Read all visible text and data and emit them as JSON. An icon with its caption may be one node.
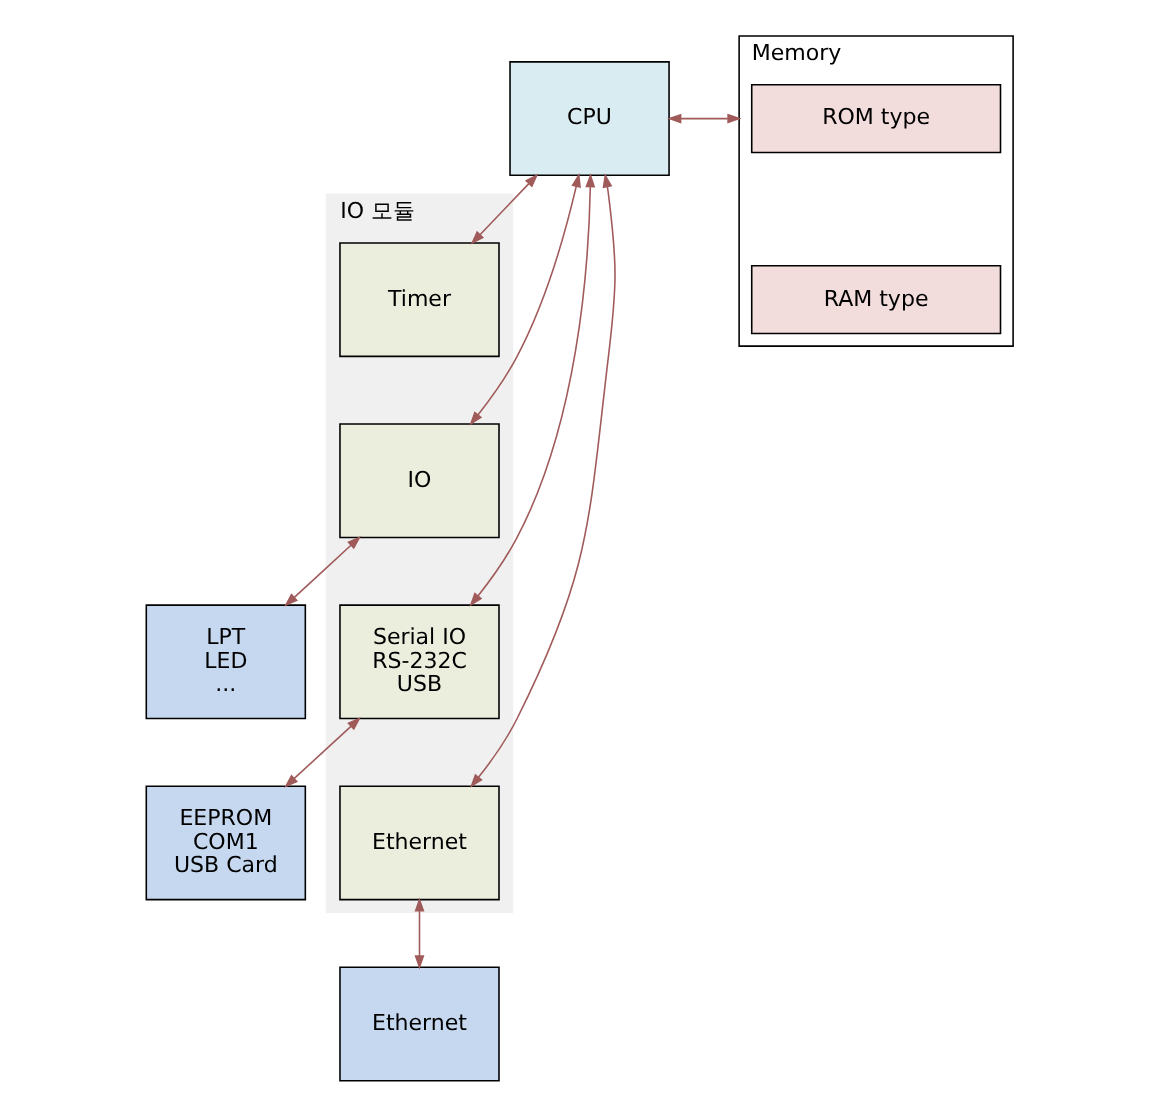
{
  "diagram": {
    "nodes": [
      {
        "text": [
          "CPU"
        ]
      },
      {
        "text": [
          "Memory"
        ]
      },
      {
        "text": [
          "ROM type"
        ],
        "in": 1
      },
      {
        "text": [
          "RAM type"
        ],
        "in": 1
      },
      {
        "text": [
          "IO 모듈"
        ]
      },
      {
        "text": [
          "Timer"
        ],
        "in": 4
      },
      {
        "text": [
          "IO"
        ],
        "in": 4
      },
      {
        "text": [
          "Serial IO",
          "RS-232C",
          "USB"
        ],
        "in": 4
      },
      {
        "text": [
          "Ethernet"
        ],
        "in": 4
      },
      {
        "text": [
          "LPT",
          "LED",
          "..."
        ]
      },
      {
        "text": [
          "EEPROM",
          "COM1",
          "USB Card"
        ]
      },
      {
        "text": [
          "Ethernet"
        ]
      }
    ],
    "edges": [
      {
        "from": 0,
        "to": 1,
        "arrow": "both"
      },
      {
        "from": 0,
        "to": 5,
        "arrow": "both"
      },
      {
        "from": 0,
        "to": 6,
        "arrow": "both"
      },
      {
        "from": 0,
        "to": 7,
        "arrow": "both"
      },
      {
        "from": 0,
        "to": 8,
        "arrow": "both"
      },
      {
        "from": 6,
        "to": 9,
        "arrow": "both"
      },
      {
        "from": 7,
        "to": 10,
        "arrow": "both"
      },
      {
        "from": 8,
        "to": 11,
        "arrow": "both"
      }
    ]
  }
}
